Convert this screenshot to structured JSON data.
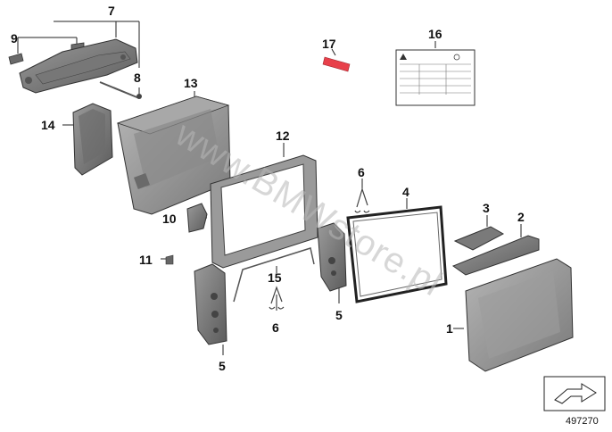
{
  "callouts": {
    "n1": "1",
    "n2": "2",
    "n3": "3",
    "n4": "4",
    "n5a": "5",
    "n5b": "5",
    "n6a": "6",
    "n6b": "6",
    "n7": "7",
    "n8": "8",
    "n9": "9",
    "n10": "10",
    "n11": "11",
    "n12": "12",
    "n13": "13",
    "n14": "14",
    "n15": "15",
    "n16": "16",
    "n17": "17"
  },
  "reference_number": "497270",
  "watermark": "www.BMWstore.pl",
  "colors": {
    "accent_red": "#e8404a",
    "part_fill": "#8f8f8f",
    "part_dark": "#5f5f5f",
    "line": "#222222"
  },
  "icons": {
    "arrow": "orientation-arrow-icon"
  }
}
